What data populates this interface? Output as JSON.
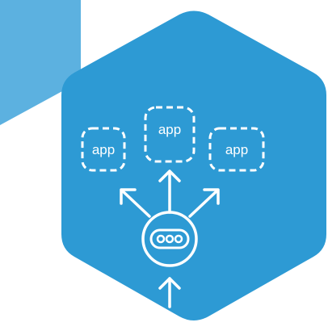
{
  "apps": [
    {
      "label": "app"
    },
    {
      "label": "app"
    },
    {
      "label": "app"
    }
  ],
  "colors": {
    "hexagon": "#2d9ad4",
    "background_shape": "#5cb1e0",
    "stroke": "#ffffff",
    "page": "#ffffff"
  },
  "icons": {
    "hub": "ellipsis-circle-icon",
    "arrows": "arrow-icon",
    "app_box": "dashed-box-icon"
  }
}
